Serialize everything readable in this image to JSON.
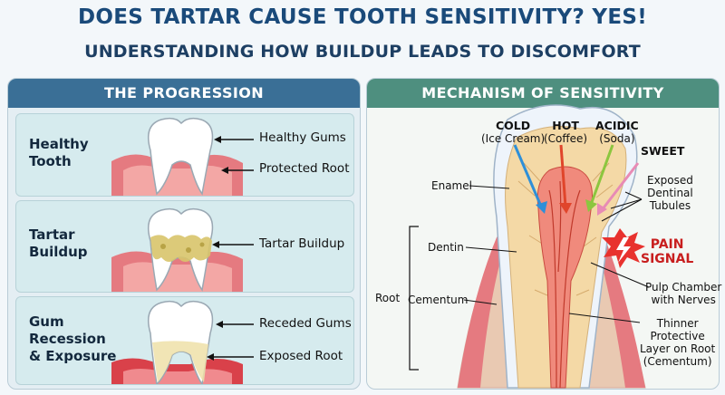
{
  "title": "DOES TARTAR CAUSE TOOTH SENSITIVITY? YES!",
  "subtitle": "UNDERSTANDING HOW BUILDUP LEADS TO DISCOMFORT",
  "left_panel": {
    "header": "THE PROGRESSION",
    "rows": [
      {
        "line1": "Healthy",
        "line2": "Tooth",
        "line3": "",
        "label_a": "Healthy Gums",
        "label_b": "Protected Root"
      },
      {
        "line1": "Tartar",
        "line2": "Buildup",
        "line3": "",
        "label_a": "Tartar Buildup",
        "label_b": ""
      },
      {
        "line1": "Gum",
        "line2": "Recession",
        "line3": "& Exposure",
        "label_a": "Receded Gums",
        "label_b": "Exposed Root"
      }
    ]
  },
  "right_panel": {
    "header": "MECHANISM OF SENSITIVITY",
    "stimuli": [
      {
        "name": "COLD",
        "detail": "(Ice Cream)"
      },
      {
        "name": "HOT",
        "detail": "(Coffee)"
      },
      {
        "name": "ACIDIC",
        "detail": "(Soda)"
      },
      {
        "name": "SWEET",
        "detail": ""
      }
    ],
    "labels": {
      "enamel": "Enamel",
      "dentin": "Dentin",
      "root": "Root",
      "cementum": "Cementum",
      "tubules_1": "Exposed",
      "tubules_2": "Dentinal",
      "tubules_3": "Tubules",
      "pain_1": "PAIN",
      "pain_2": "SIGNAL",
      "pulp_1": "Pulp Chamber",
      "pulp_2": "with Nerves",
      "thin_1": "Thinner",
      "thin_2": "Protective",
      "thin_3": "Layer on Root",
      "thin_4": "(Cementum)"
    }
  },
  "colors": {
    "title": "#1a4a7a",
    "left_header": "#3a6f96",
    "right_header": "#4e8f7f",
    "gum": "#e57a80",
    "tartar": "#d8c46a",
    "pain": "#c81e1e",
    "cold": "#2e8fd8",
    "hot": "#e0452b",
    "acidic": "#8cc63f",
    "sweet": "#e88bb5"
  }
}
